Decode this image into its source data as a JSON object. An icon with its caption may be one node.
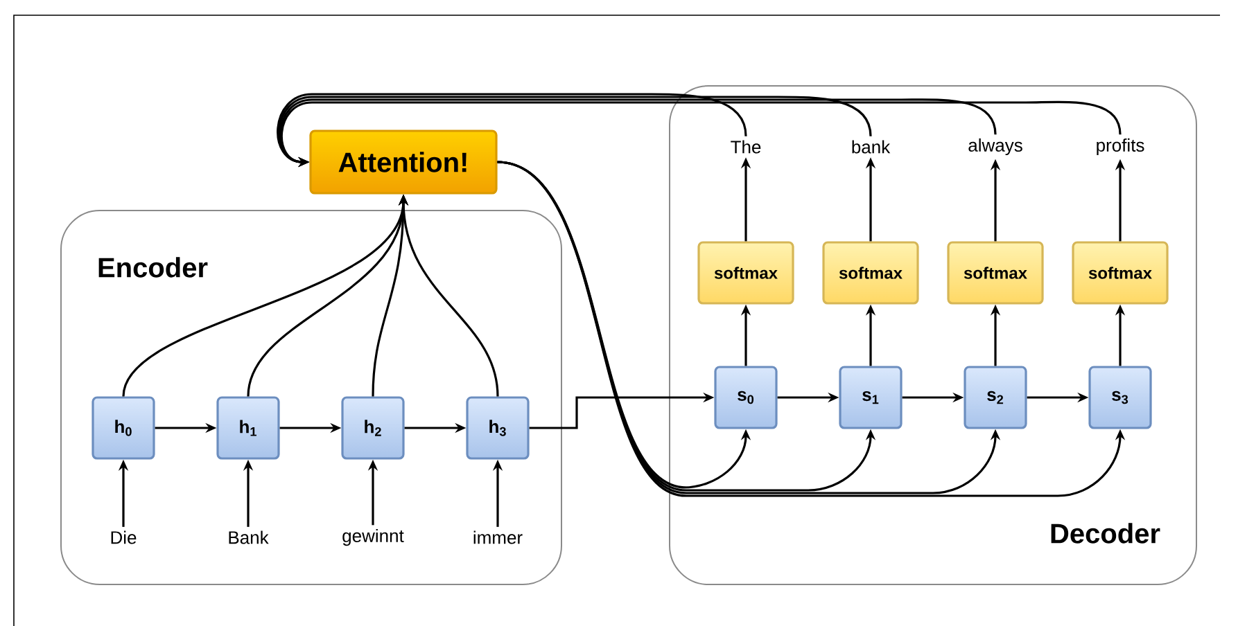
{
  "diagram": {
    "nodes": [
      {
        "text": [
          "Encoder"
        ]
      },
      {
        "text": [
          "Decoder"
        ]
      },
      {
        "text": [
          "Attention!"
        ]
      },
      {
        "text": [
          "h$_{0}$"
        ],
        "in": 0
      },
      {
        "text": [
          "h$_{1}$"
        ],
        "in": 0
      },
      {
        "text": [
          "h$_{2}$"
        ],
        "in": 0
      },
      {
        "text": [
          "h$_{3}$"
        ],
        "in": 0
      },
      {
        "text": [
          "Die"
        ],
        "in": 0
      },
      {
        "text": [
          "Bank"
        ],
        "in": 0
      },
      {
        "text": [
          "gewinnt"
        ],
        "in": 0
      },
      {
        "text": [
          "immer"
        ],
        "in": 0
      },
      {
        "text": [
          "s$_{0}$"
        ],
        "in": 1
      },
      {
        "text": [
          "s$_{1}$"
        ],
        "in": 1
      },
      {
        "text": [
          "s$_{2}$"
        ],
        "in": 1
      },
      {
        "text": [
          "s$_{3}$"
        ],
        "in": 1
      },
      {
        "text": [
          "softmax"
        ],
        "in": 1
      },
      {
        "text": [
          "softmax"
        ],
        "in": 1
      },
      {
        "text": [
          "softmax"
        ],
        "in": 1
      },
      {
        "text": [
          "softmax"
        ],
        "in": 1
      },
      {
        "text": [
          "The"
        ],
        "in": 1
      },
      {
        "text": [
          "bank"
        ],
        "in": 1
      },
      {
        "text": [
          "always"
        ],
        "in": 1
      },
      {
        "text": [
          "profits"
        ],
        "in": 1
      }
    ],
    "edges": [
      {
        "from": 7,
        "to": 3,
        "arrow": "to"
      },
      {
        "from": 8,
        "to": 4,
        "arrow": "to"
      },
      {
        "from": 9,
        "to": 5,
        "arrow": "to"
      },
      {
        "from": 10,
        "to": 6,
        "arrow": "to"
      },
      {
        "from": 3,
        "to": 4,
        "arrow": "to"
      },
      {
        "from": 4,
        "to": 5,
        "arrow": "to"
      },
      {
        "from": 5,
        "to": 6,
        "arrow": "to"
      },
      {
        "from": 3,
        "to": 2,
        "arrow": "to"
      },
      {
        "from": 4,
        "to": 2,
        "arrow": "to"
      },
      {
        "from": 5,
        "to": 2,
        "arrow": "to"
      },
      {
        "from": 6,
        "to": 2,
        "arrow": "to"
      },
      {
        "from": 6,
        "to": 11,
        "arrow": "to"
      },
      {
        "from": 11,
        "to": 12,
        "arrow": "to"
      },
      {
        "from": 12,
        "to": 13,
        "arrow": "to"
      },
      {
        "from": 13,
        "to": 14,
        "arrow": "to"
      },
      {
        "from": 11,
        "to": 15,
        "arrow": "to"
      },
      {
        "from": 12,
        "to": 16,
        "arrow": "to"
      },
      {
        "from": 13,
        "to": 17,
        "arrow": "to"
      },
      {
        "from": 14,
        "to": 18,
        "arrow": "to"
      },
      {
        "from": 15,
        "to": 19,
        "arrow": "to"
      },
      {
        "from": 16,
        "to": 20,
        "arrow": "to"
      },
      {
        "from": 17,
        "to": 21,
        "arrow": "to"
      },
      {
        "from": 18,
        "to": 22,
        "arrow": "to"
      },
      {
        "from": 19,
        "to": 2,
        "arrow": "to"
      },
      {
        "from": 20,
        "to": 2,
        "arrow": "to"
      },
      {
        "from": 21,
        "to": 2,
        "arrow": "to"
      },
      {
        "from": 22,
        "to": 2,
        "arrow": "to"
      },
      {
        "from": 2,
        "to": 11,
        "arrow": "to"
      },
      {
        "from": 2,
        "to": 12,
        "arrow": "to"
      },
      {
        "from": 2,
        "to": 13,
        "arrow": "to"
      },
      {
        "from": 2,
        "to": 14,
        "arrow": "to"
      }
    ]
  }
}
